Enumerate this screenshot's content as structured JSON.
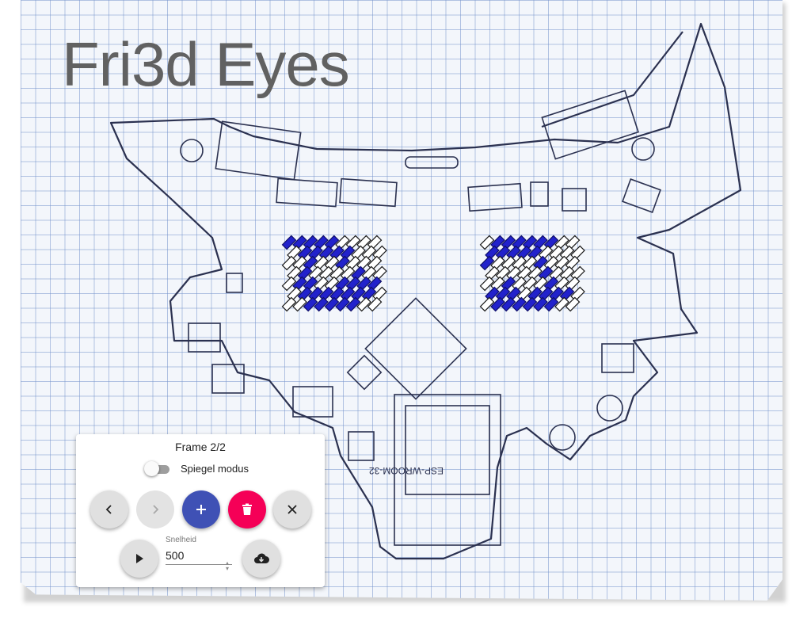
{
  "app": {
    "title": "Fri3d Eyes"
  },
  "colors": {
    "led_on": "#2222cc",
    "led_off": "#ffffff",
    "primary": "#3f51b5",
    "accent": "#f50057"
  },
  "eyes": {
    "left_on": [
      1,
      1,
      1,
      1,
      1,
      0,
      0,
      0,
      0,
      0,
      1,
      1,
      1,
      1,
      1,
      0,
      0,
      0,
      0,
      0,
      1,
      0,
      0,
      1,
      0,
      0,
      0,
      0,
      1,
      0,
      0,
      0,
      0,
      1,
      0,
      0,
      0,
      1,
      1,
      0,
      0,
      1,
      1,
      1,
      1,
      0,
      1,
      1,
      1,
      1,
      1,
      1,
      1,
      0,
      0,
      0,
      1,
      1,
      1,
      1,
      1,
      0,
      0
    ],
    "right_on": [
      0,
      1,
      1,
      1,
      1,
      1,
      1,
      0,
      0,
      1,
      1,
      1,
      1,
      1,
      0,
      0,
      0,
      0,
      1,
      0,
      0,
      0,
      0,
      1,
      0,
      0,
      0,
      0,
      0,
      0,
      0,
      0,
      1,
      0,
      0,
      0,
      0,
      0,
      1,
      0,
      0,
      0,
      1,
      0,
      0,
      1,
      1,
      1,
      0,
      1,
      1,
      1,
      1,
      0,
      0,
      1,
      1,
      1,
      1,
      1,
      1,
      0,
      0
    ]
  },
  "panel": {
    "frame_label": "Frame 2/2",
    "mirror_label": "Spiegel modus",
    "mirror_enabled": false,
    "speed_label": "Snelheid",
    "speed_value": "500",
    "buttons": {
      "prev_icon": "chevron-left-icon",
      "next_icon": "chevron-right-icon",
      "add_icon": "plus-icon",
      "delete_icon": "trash-icon",
      "close_icon": "close-icon",
      "play_icon": "play-icon",
      "download_icon": "cloud-download-icon"
    }
  }
}
